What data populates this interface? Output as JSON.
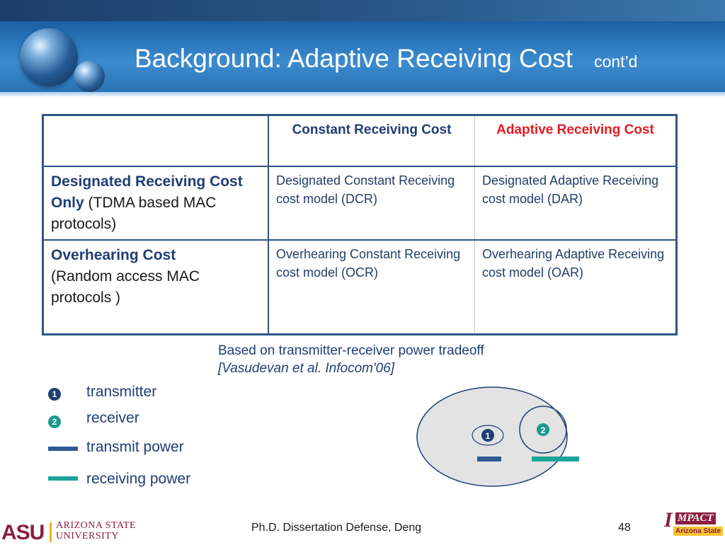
{
  "slide": {
    "title": "Background: Adaptive Receiving Cost",
    "title_suffix": "cont’d"
  },
  "table": {
    "col_headers": [
      "",
      "Constant Receiving Cost",
      "Adaptive Receiving Cost"
    ],
    "rows": [
      {
        "label_bold": "Designated Receiving Cost Only",
        "label_rest": " (TDMA based MAC protocols)",
        "constant": "Designated Constant Receiving cost model (DCR)",
        "adaptive": "Designated Adaptive Receiving cost model (DAR)"
      },
      {
        "label_bold": "Overhearing Cost",
        "label_rest": "(Random access MAC protocols )",
        "constant": "Overhearing Constant Receiving cost model (OCR)",
        "adaptive": "Overhearing Adaptive Receiving cost model (OAR)"
      }
    ]
  },
  "note": {
    "line1": "Based on transmitter-receiver power tradeoff",
    "line2": "[Vasudevan et al. Infocom'06]"
  },
  "legend": {
    "badge1": "1",
    "badge2": "2",
    "transmitter": "transmitter",
    "receiver": "receiver",
    "transmit_power": "transmit power",
    "receiving_power": "receiving power"
  },
  "footer": {
    "presentation": "Ph.D. Dissertation Defense, Deng",
    "page": "48",
    "asu_mark": "ASU",
    "asu_line1": "ARIZONA STATE",
    "asu_line2": "UNIVERSITY",
    "impact_i": "I",
    "impact_rest": "MPACT",
    "impact_sub": "Arizona State"
  },
  "colors": {
    "title_bar": "#2f7cc0",
    "table_border": "#2e5686",
    "adaptive_header": "#e31b23",
    "transmit_power": "#2e5a95",
    "receiving_power": "#1aa39a",
    "asu_maroon": "#8c1d40"
  }
}
